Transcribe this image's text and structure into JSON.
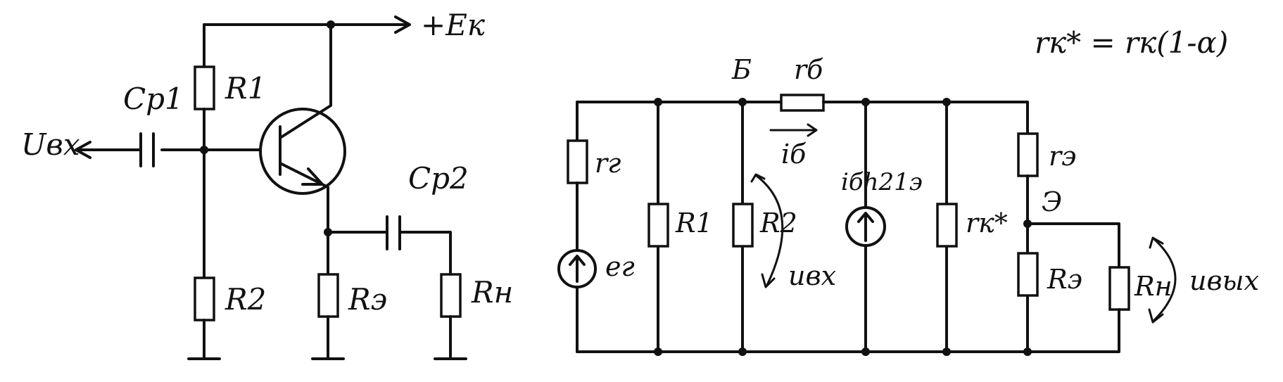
{
  "left_circuit": {
    "supply_label": "+Eк",
    "output_label": "Uвх",
    "cp1_label": "Cp1",
    "cp2_label": "Cp2",
    "r1_label": "R1",
    "r2_label": "R2",
    "re_label": "Rэ",
    "rn_label": "Rн"
  },
  "right_circuit": {
    "formula": "rк* = rк(1-α)",
    "node_b_label": "Б",
    "node_e_label": "Э",
    "rb_label": "rб",
    "ib_label": "iб",
    "rg_label": "rг",
    "eg_label": "eг",
    "r1_label": "R1",
    "r2_label": "R2",
    "uin_label": "uвх",
    "source_label": "iбh21э",
    "rk_label": "rк*",
    "re_small_label": "rэ",
    "re_label": "Rэ",
    "rn_label": "Rн",
    "uout_label": "uвых"
  }
}
